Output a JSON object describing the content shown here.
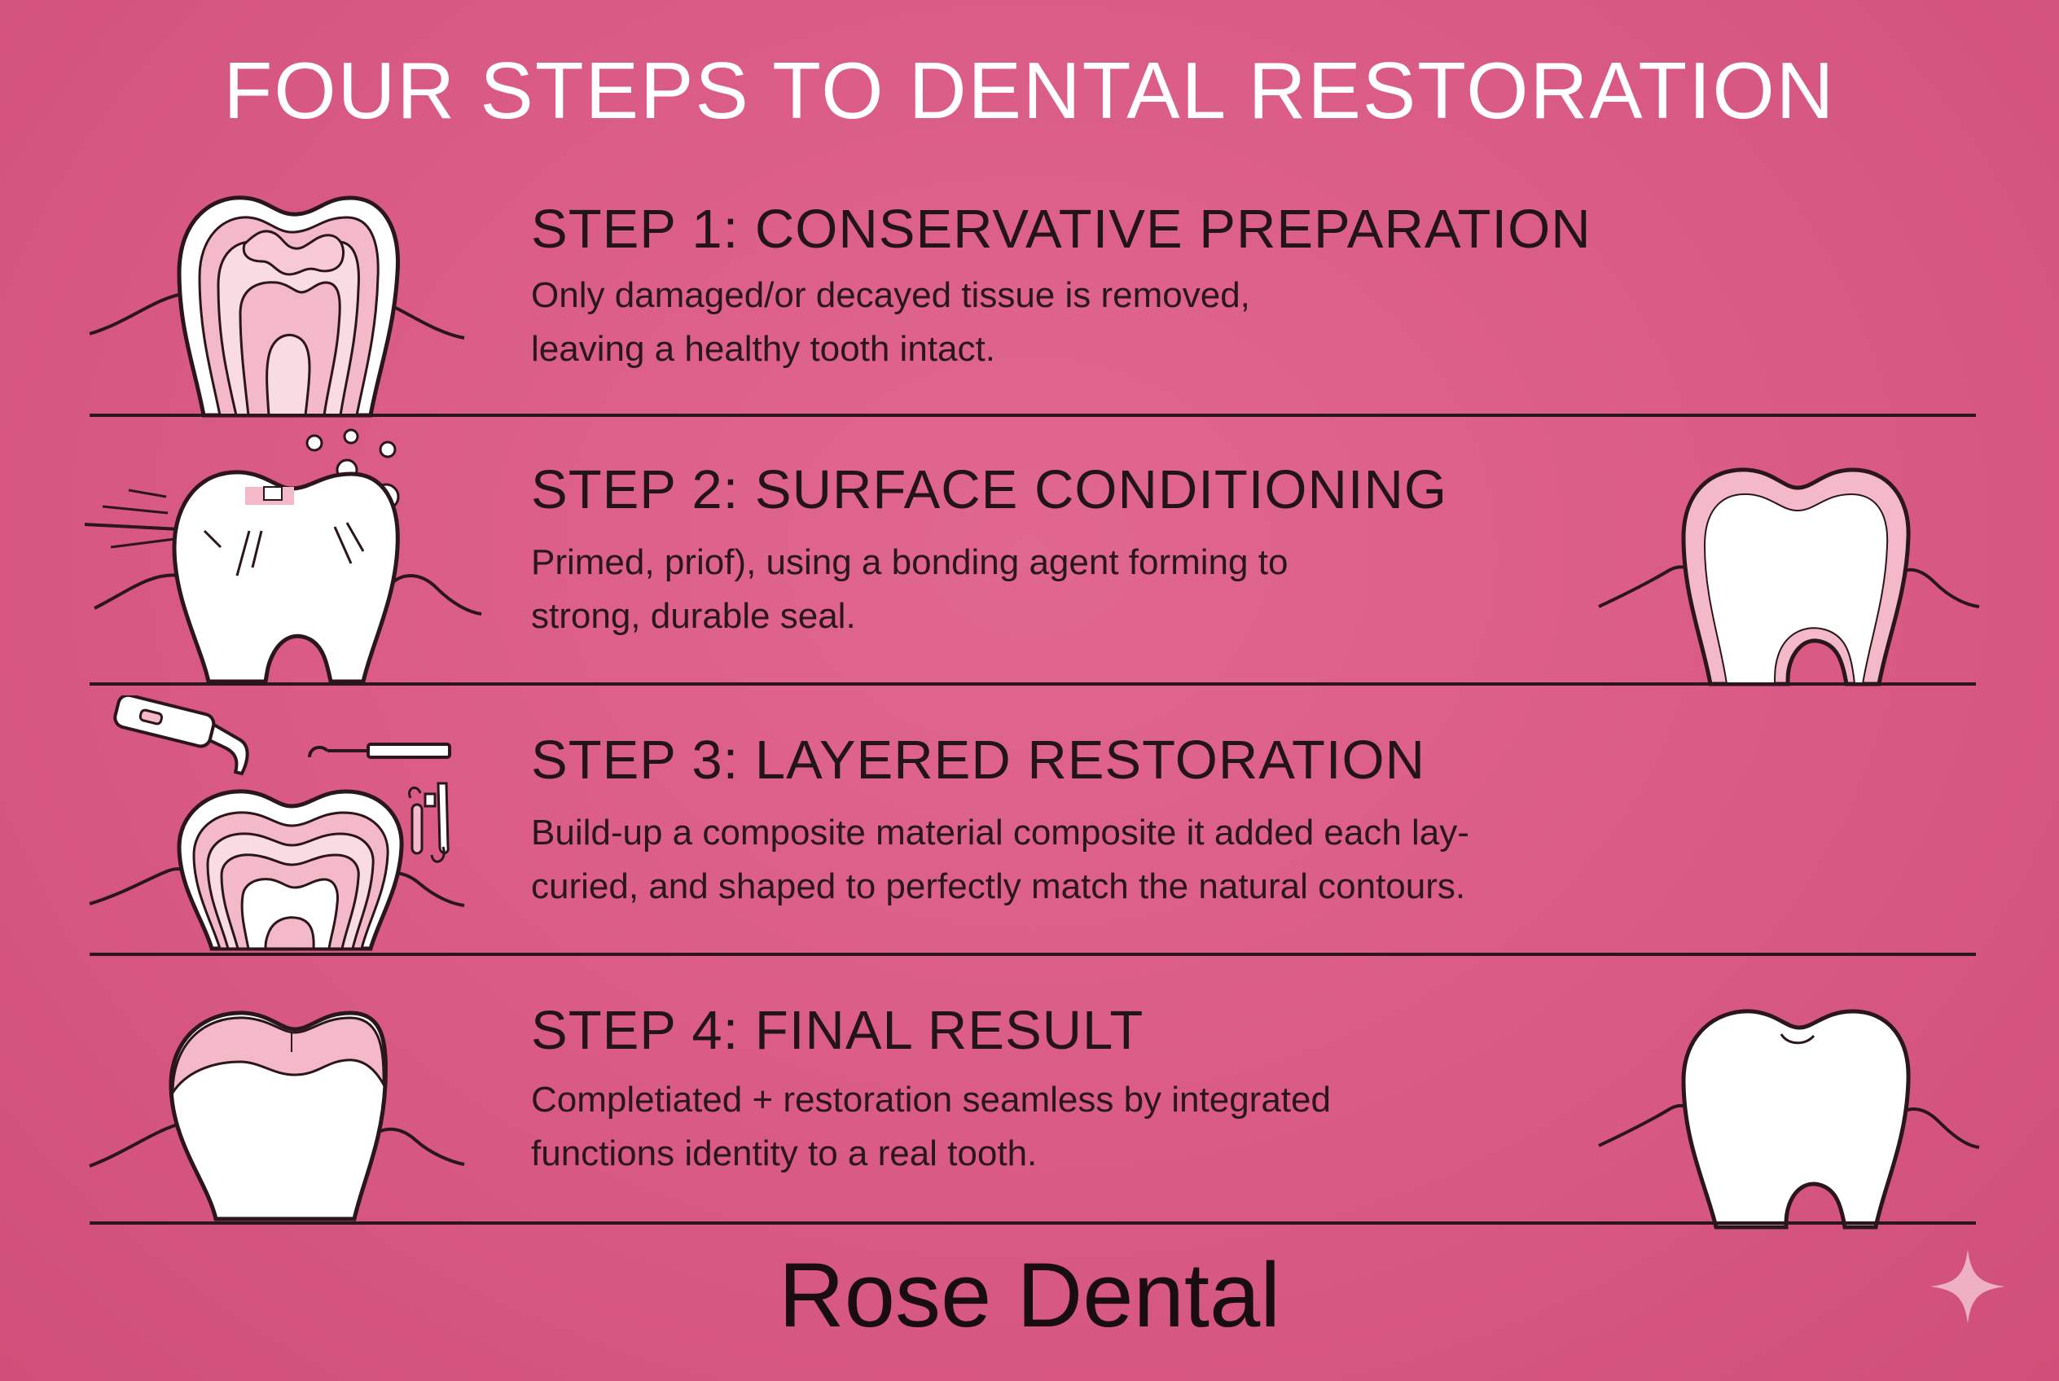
{
  "title": "FOUR STEPS TO DENTAL RESTORATION",
  "steps": [
    {
      "heading": "STEP 1: CONSERVATIVE PREPARATION",
      "line1": "Only damaged/or decayed tissue is removed,",
      "line2": "leaving a healthy tooth intact.",
      "icons": [
        "decayed-tooth-icon"
      ]
    },
    {
      "heading": "STEP 2: SURFACE CONDITIONING",
      "line1": "Primed, priof), using a bonding agent forming to",
      "line2": "strong, durable seal.",
      "icons": [
        "conditioning-tooth-icon",
        "sealed-tooth-icon"
      ]
    },
    {
      "heading": "STEP 3: LAYERED RESTORATION",
      "line1": "Build-up a composite material composite it added each lay-",
      "line2": "curied, and shaped to perfectly match the natural contours.",
      "icons": [
        "curing-light-icon",
        "dental-instruments-icon",
        "layered-tooth-icon"
      ]
    },
    {
      "heading": "STEP 4: FINAL RESULT",
      "line1": "Completiated + restoration seamless by integrated",
      "line2": "functions identity to a real tooth.",
      "icons": [
        "restored-tooth-icon",
        "final-tooth-icon"
      ]
    }
  ],
  "brand": "Rose Dental",
  "colors": {
    "background": "#d85a84",
    "title_text": "#ffffff",
    "body_text": "#231417",
    "tooth_white": "#ffffff",
    "tooth_pink": "#f3b9c8",
    "pulp_pink": "#f4c6d2",
    "outline": "#2a161b"
  },
  "decor": {
    "corner_icon": "sparkle-icon"
  }
}
